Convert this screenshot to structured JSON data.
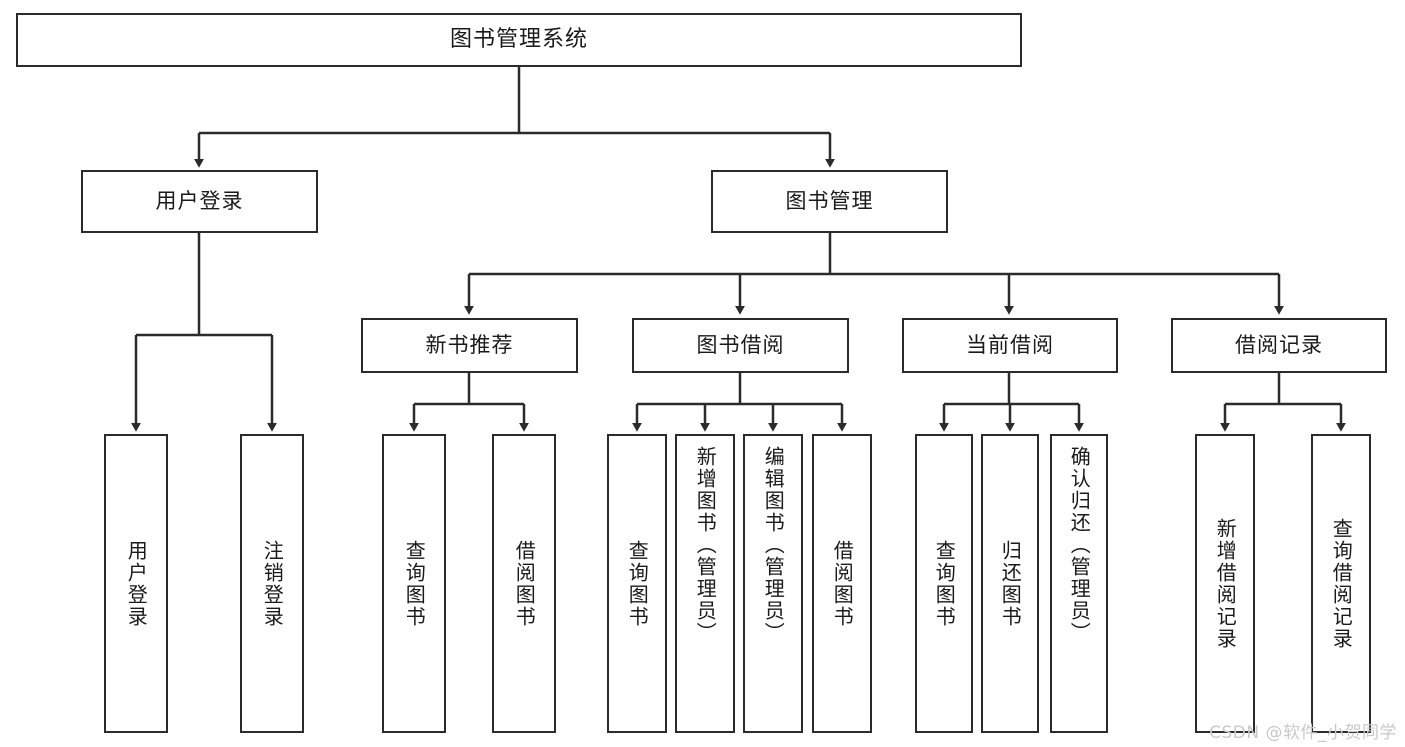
{
  "diagram": {
    "type": "tree",
    "title": "图书管理系统",
    "watermark": "CSDN @软件_小贺同学",
    "colors": {
      "stroke": "#2b2b2b",
      "fill": "#ffffff",
      "text": "#1a1a1a",
      "watermark": "#c9c9c9"
    },
    "levels": {
      "root": {
        "label": "图书管理系统"
      },
      "level2": [
        {
          "label": "用户登录"
        },
        {
          "label": "图书管理"
        }
      ],
      "level3": [
        {
          "label": "新书推荐"
        },
        {
          "label": "图书借阅"
        },
        {
          "label": "当前借阅"
        },
        {
          "label": "借阅记录"
        }
      ],
      "leaves": {
        "user_login": [
          {
            "label": "用户登录"
          },
          {
            "label": "注销登录"
          }
        ],
        "new_book": [
          {
            "label": "查询图书"
          },
          {
            "label": "借阅图书"
          }
        ],
        "book_borrow": [
          {
            "label": "查询图书"
          },
          {
            "label": "新增图书（管理员）"
          },
          {
            "label": "编辑图书（管理员）"
          },
          {
            "label": "借阅图书"
          }
        ],
        "current_borrow": [
          {
            "label": "查询图书"
          },
          {
            "label": "归还图书"
          },
          {
            "label": "确认归还（管理员）"
          }
        ],
        "borrow_record": [
          {
            "label": "新增借阅记录"
          },
          {
            "label": "查询借阅记录"
          }
        ]
      }
    }
  }
}
